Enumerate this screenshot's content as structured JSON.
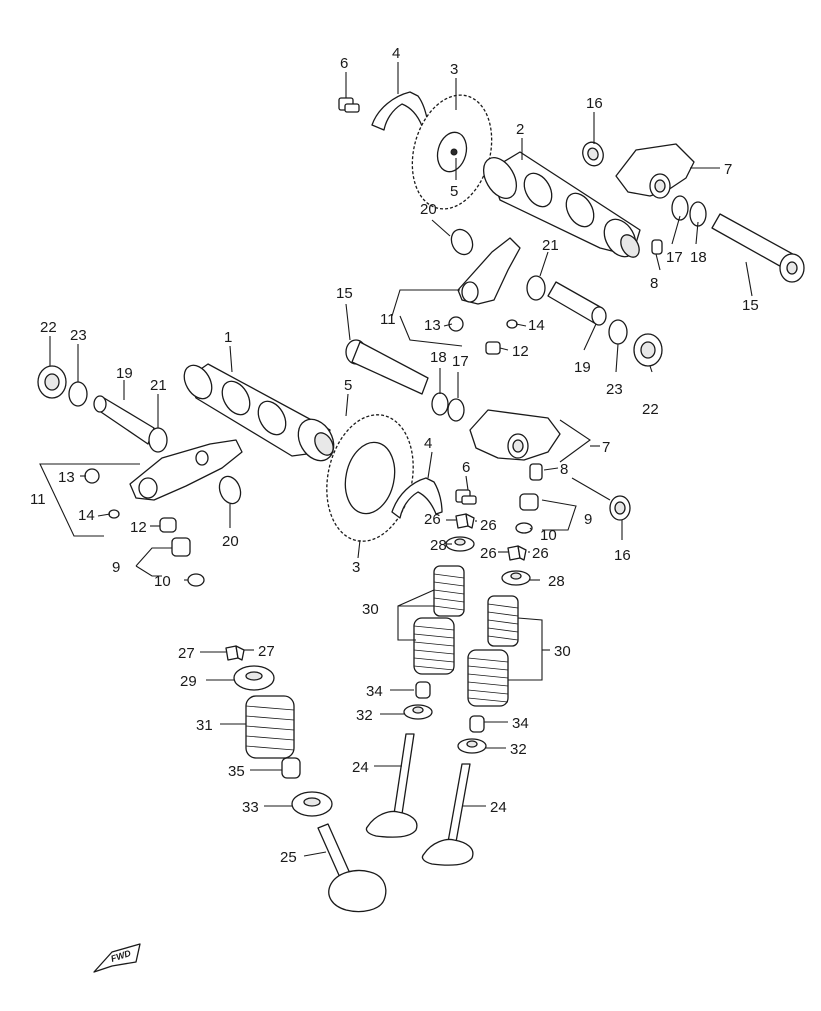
{
  "figure": {
    "type": "exploded-parts-diagram",
    "fwd_marker": "FWD"
  },
  "callouts": {
    "c1": "1",
    "c2": "2",
    "c3a": "3",
    "c3b": "3",
    "c4a": "4",
    "c4b": "4",
    "c5a": "5",
    "c5b": "5",
    "c6a": "6",
    "c6b": "6",
    "c7a": "7",
    "c7b": "7",
    "c8a": "8",
    "c8b": "8",
    "c9a": "9",
    "c9b": "9",
    "c10a": "10",
    "c10b": "10",
    "c11a": "11",
    "c11b": "11",
    "c12a": "12",
    "c12b": "12",
    "c13a": "13",
    "c13b": "13",
    "c14a": "14",
    "c14b": "14",
    "c15a": "15",
    "c15b": "15",
    "c16a": "16",
    "c16b": "16",
    "c17a": "17",
    "c17b": "17",
    "c18a": "18",
    "c18b": "18",
    "c19a": "19",
    "c19b": "19",
    "c20a": "20",
    "c20b": "20",
    "c21a": "21",
    "c21b": "21",
    "c22a": "22",
    "c22b": "22",
    "c23a": "23",
    "c23b": "23",
    "c24a": "24",
    "c24b": "24",
    "c25": "25",
    "c26a": "26",
    "c26b": "26",
    "c26c": "26",
    "c26d": "26",
    "c27a": "27",
    "c27b": "27",
    "c28a": "28",
    "c28b": "28",
    "c29": "29",
    "c30a": "30",
    "c30b": "30",
    "c31": "31",
    "c32a": "32",
    "c32b": "32",
    "c33": "33",
    "c34a": "34",
    "c34b": "34",
    "c35": "35"
  }
}
